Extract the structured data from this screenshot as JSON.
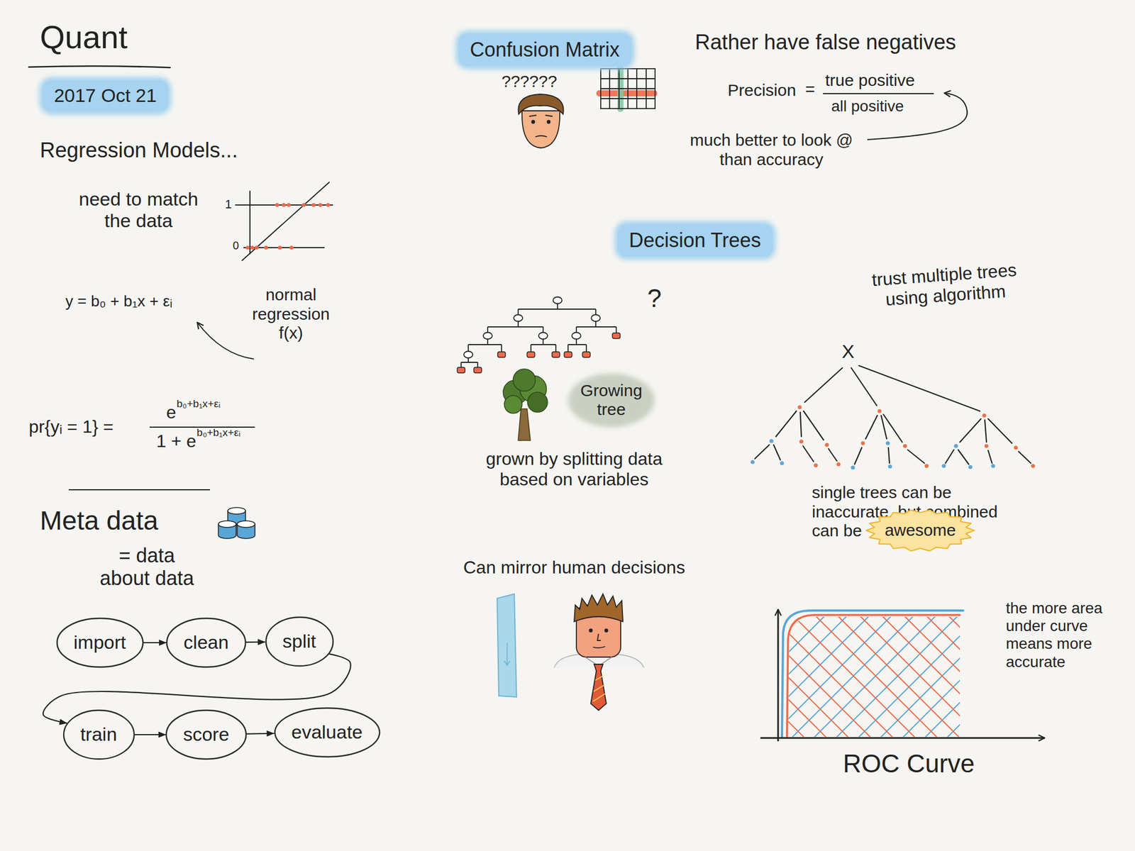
{
  "diagram": {
    "title": "Quant",
    "nodes": [
      {
        "text": [
          "2017 Oct 21"
        ]
      },
      {
        "text": [
          "import"
        ]
      },
      {
        "text": [
          "clean"
        ]
      },
      {
        "text": [
          "split"
        ]
      },
      {
        "text": [
          "train"
        ]
      },
      {
        "text": [
          "score"
        ]
      },
      {
        "text": [
          "evaluate"
        ]
      },
      {
        "text": [
          "Confusion Matrix"
        ]
      },
      {
        "text": [
          "Decision Trees"
        ]
      },
      {
        "text": [
          "Growing tree"
        ]
      },
      {
        "text": [
          "awesome"
        ]
      }
    ],
    "edges": [
      {
        "from": 1,
        "to": 2,
        "arrow": "to"
      },
      {
        "from": 2,
        "to": 3,
        "arrow": "to"
      },
      {
        "from": 3,
        "to": 4,
        "arrow": "to"
      },
      {
        "from": 4,
        "to": 5,
        "arrow": "to"
      },
      {
        "from": 5,
        "to": 6,
        "arrow": "to"
      }
    ],
    "labels": [
      "Regression Models...",
      "need to match the data",
      "1",
      "0",
      "y = b₀ + b₁x + εᵢ",
      "normal regression f(x)",
      "pr{yᵢ = 1} =",
      "e",
      "b₀+b₁x+εᵢ",
      "1 + e",
      "b₀+b₁x+εᵢ",
      "Meta data",
      "= data about data",
      "??????",
      "Rather have false negatives",
      "Precision",
      "=",
      "true positive",
      "all positive",
      "much better to look @ than accuracy",
      "?",
      "grown by splitting data based on variables",
      "Can mirror human decisions",
      "trust multiple trees using algorithm",
      "X",
      "single trees can be inaccurate, but combined can be",
      "the more area under curve means more accurate",
      "ROC Curve"
    ]
  }
}
